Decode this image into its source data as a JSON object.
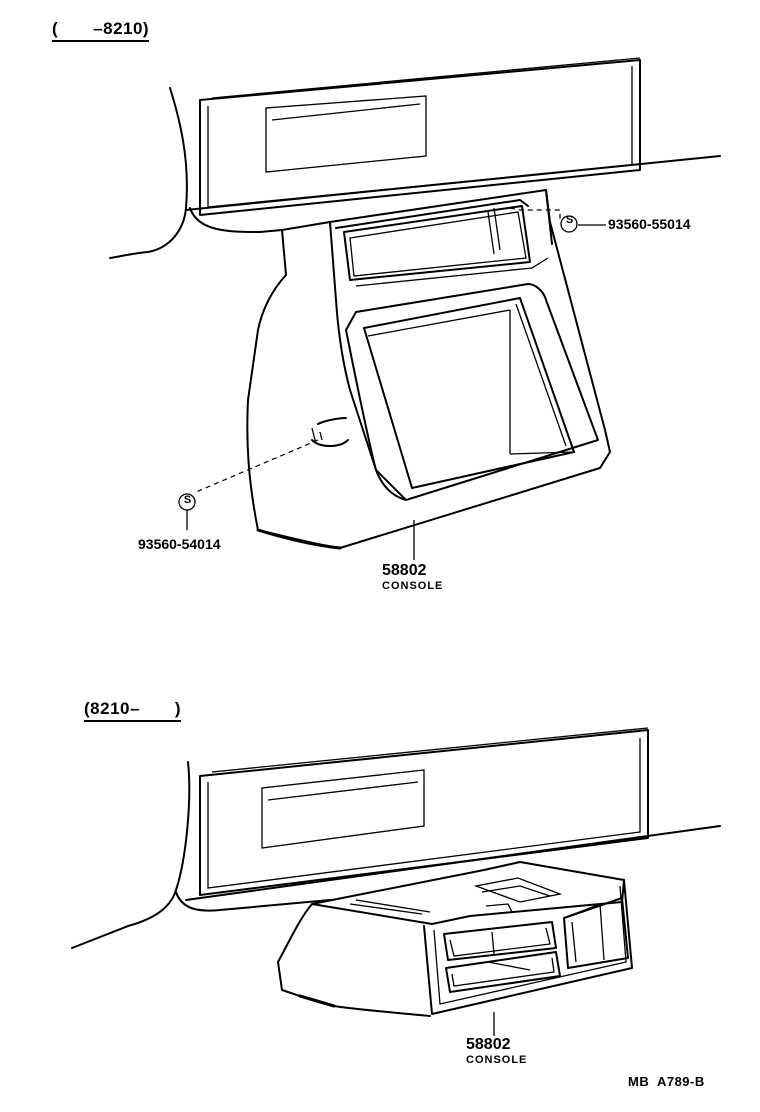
{
  "diagram": {
    "top": {
      "range_label": "(　　–8210)",
      "screw_right_symbol": "S",
      "screw_right_pn": "93560-55014",
      "screw_left_symbol": "S",
      "screw_left_pn": "93560-54014",
      "console_pn": "58802",
      "console_name": "CONSOLE"
    },
    "bottom": {
      "range_label": "(8210–　　)",
      "console_pn": "58802",
      "console_name": "CONSOLE"
    },
    "drawing_code": "MB  A789-B"
  }
}
